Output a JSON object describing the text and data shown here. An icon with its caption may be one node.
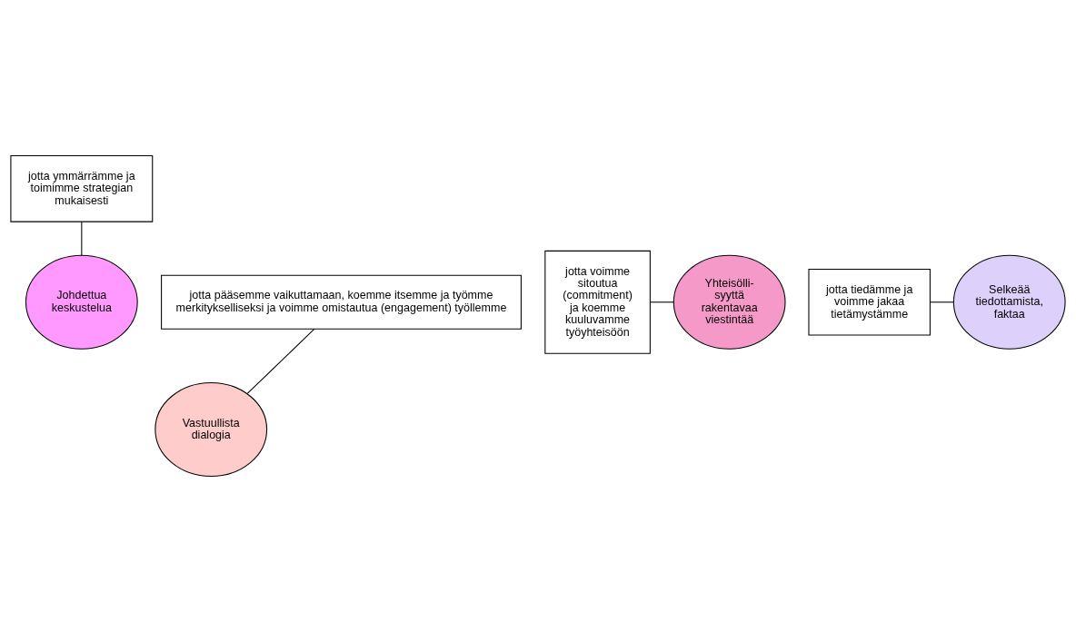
{
  "diagram": {
    "nodes": [
      {
        "text": [
          "jotta ymmärrämme ja toimimme strategian mukaisesti"
        ]
      },
      {
        "text": [
          "Johdettua keskustelua"
        ]
      },
      {
        "text": [
          "jotta voimme sitoutua (commitment) ja koemme kuuluvamme työyhteisöön"
        ]
      },
      {
        "text": [
          "Yhteisölli- syyttä rakentavaa viestintää"
        ]
      },
      {
        "text": [
          "Selkeää tiedottamista, faktaa"
        ]
      },
      {
        "text": [
          "jotta tiedämme ja voimme jakaa tietämystämme"
        ]
      },
      {
        "text": [
          "Vastuullista dialogia"
        ]
      },
      {
        "text": [
          "jotta pääsemme vaikuttamaan, koemme itsemme ja työmme merkitykselliseksi ja voimme omistautua (engagement) työllemme"
        ]
      }
    ],
    "edges": [
      {
        "from": 0,
        "to": 1,
        "arrow": "none"
      },
      {
        "from": 2,
        "to": 3,
        "arrow": "none"
      },
      {
        "from": 5,
        "to": 4,
        "arrow": "none"
      },
      {
        "from": 7,
        "to": 6,
        "arrow": "none"
      }
    ]
  }
}
